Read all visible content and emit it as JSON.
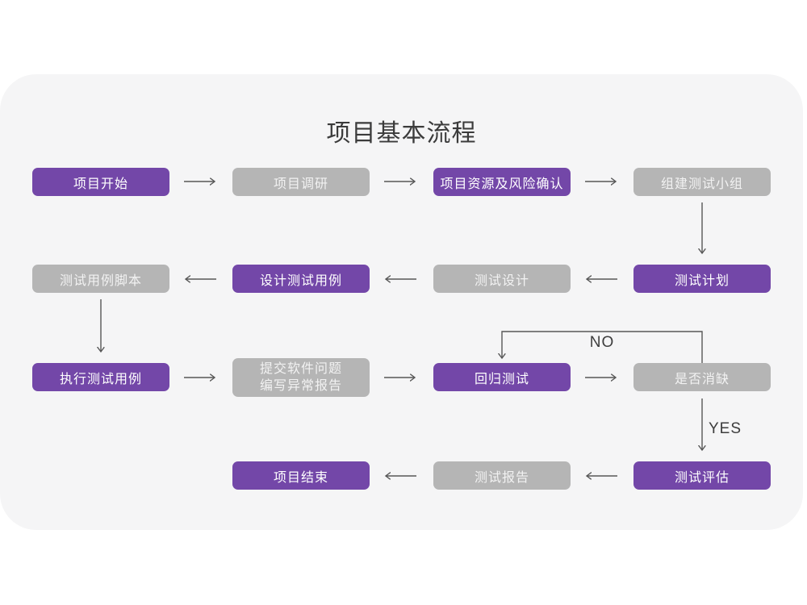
{
  "title": "项目基本流程",
  "colors": {
    "node_purple": "#7347a8",
    "node_gray": "#b5b5b5",
    "card_background": "#f5f5f6",
    "arrow": "#575757"
  },
  "nodes": [
    {
      "id": "project-start",
      "label": "项目开始",
      "type": "purple"
    },
    {
      "id": "project-research",
      "label": "项目调研",
      "type": "gray"
    },
    {
      "id": "resource-risk-confirm",
      "label": "项目资源及风险确认",
      "type": "purple"
    },
    {
      "id": "build-test-team",
      "label": "组建测试小组",
      "type": "gray"
    },
    {
      "id": "test-plan",
      "label": "测试计划",
      "type": "purple"
    },
    {
      "id": "test-design",
      "label": "测试设计",
      "type": "gray"
    },
    {
      "id": "design-test-cases",
      "label": "设计测试用例",
      "type": "purple"
    },
    {
      "id": "test-case-script",
      "label": "测试用例脚本",
      "type": "gray"
    },
    {
      "id": "execute-test-cases",
      "label": "执行测试用例",
      "type": "purple"
    },
    {
      "id": "submit-issues-report",
      "label_line1": "提交软件问题",
      "label_line2": "编写异常报告",
      "type": "gray"
    },
    {
      "id": "regression-test",
      "label": "回归测试",
      "type": "purple"
    },
    {
      "id": "defect-resolved",
      "label": "是否消缺",
      "type": "gray"
    },
    {
      "id": "test-evaluation",
      "label": "测试评估",
      "type": "purple"
    },
    {
      "id": "test-report",
      "label": "测试报告",
      "type": "gray"
    },
    {
      "id": "project-end",
      "label": "项目结束",
      "type": "purple"
    }
  ],
  "edge_labels": {
    "no": "NO",
    "yes": "YES"
  }
}
